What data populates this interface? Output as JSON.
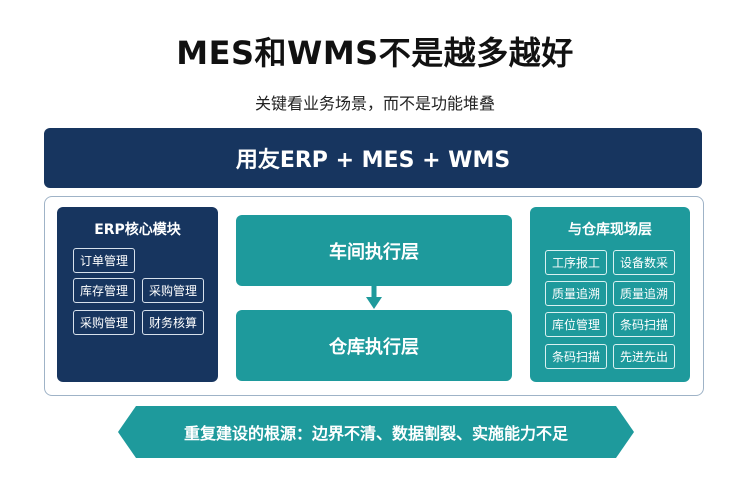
{
  "header": {
    "title": "MES和WMS不是越多越好",
    "subtitle": "关键看业务场景，而不是功能堆叠"
  },
  "banner": {
    "label": "用友ERP + MES + WMS"
  },
  "erp_panel": {
    "title": "ERP核心模块",
    "modules": [
      "订单管理",
      "库存管理",
      "采购管理",
      "采购管理",
      "财务核算"
    ]
  },
  "execution": {
    "workshop_label": "车间执行层",
    "warehouse_label": "仓库执行层"
  },
  "warehouse_panel": {
    "title": "与仓库现场层",
    "items": [
      "工序报工",
      "设备数采",
      "质量追溯",
      "质量追溯",
      "库位管理",
      "条码扫描",
      "条码扫描",
      "先进先出"
    ]
  },
  "footer": {
    "label": "重复建设的根源：边界不清、数据割裂、实施能力不足"
  },
  "colors": {
    "navy": "#17355f",
    "teal": "#1e9a9c",
    "frame_border": "#9fb3c7"
  }
}
